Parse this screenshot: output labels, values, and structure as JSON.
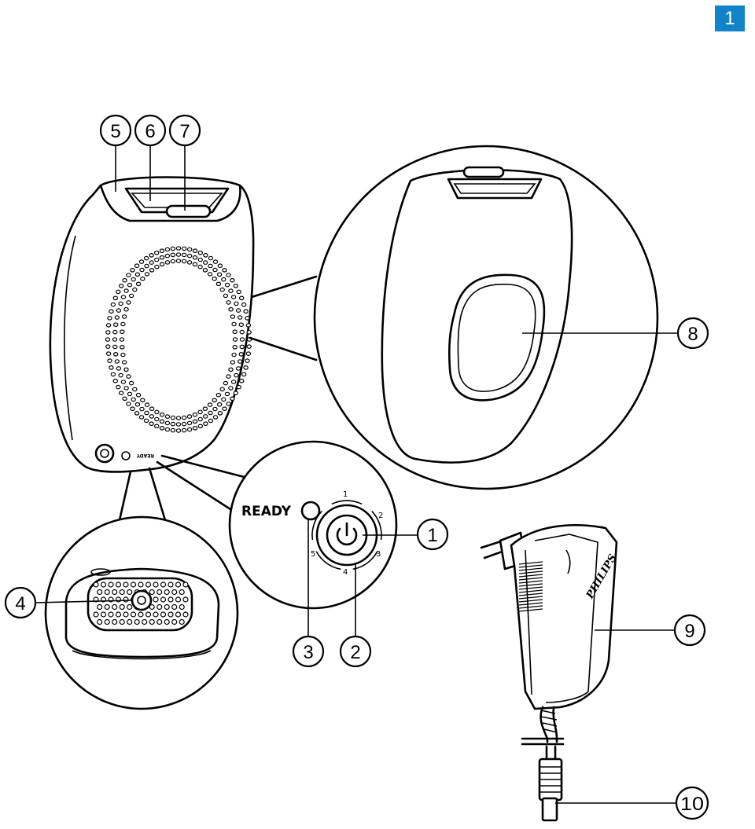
{
  "page_badge": {
    "number": "1",
    "color": "#1282c9"
  },
  "callouts": [
    {
      "id": "1",
      "label": "1"
    },
    {
      "id": "2",
      "label": "2"
    },
    {
      "id": "3",
      "label": "3"
    },
    {
      "id": "4",
      "label": "4"
    },
    {
      "id": "5",
      "label": "5"
    },
    {
      "id": "6",
      "label": "6"
    },
    {
      "id": "7",
      "label": "7"
    },
    {
      "id": "8",
      "label": "8"
    },
    {
      "id": "9",
      "label": "9"
    },
    {
      "id": "10",
      "label": "10"
    }
  ],
  "control_panel": {
    "ready_label": "READY",
    "intensity_levels": [
      "1",
      "2",
      "3",
      "4",
      "5"
    ]
  },
  "adapter": {
    "brand": "PHILIPS"
  },
  "device": {
    "small_ready_label": "READY"
  },
  "icons": [
    "power-icon",
    "ready-light-icon"
  ]
}
